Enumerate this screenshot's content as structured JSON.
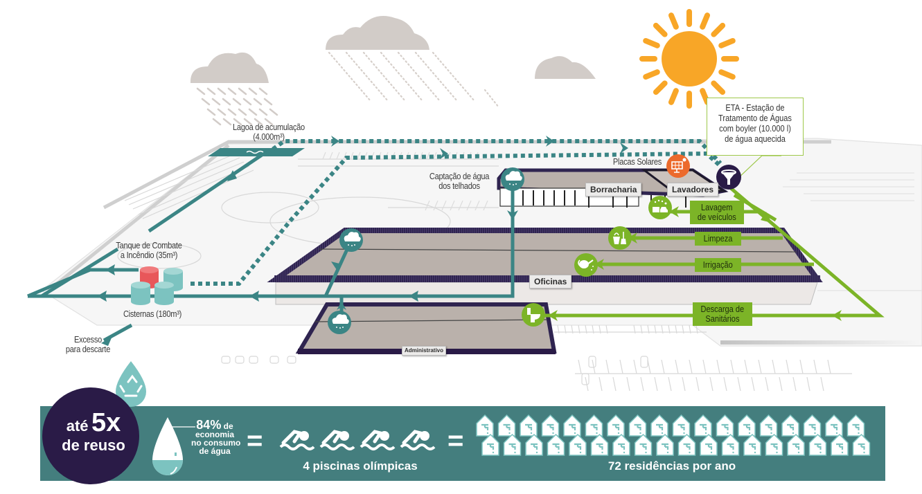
{
  "colors": {
    "teal": "#3b8585",
    "teal_light": "#7cc3c0",
    "green": "#7cb427",
    "navy": "#2a1b47",
    "sun": "#f8a627",
    "cloud": "#d2ccc8",
    "solar_orange": "#ec6a2c",
    "fire_tank_red": "#e8575a",
    "band": "#447e7e"
  },
  "labels": {
    "lagoa": [
      "Lagoa de acumulação",
      "(4.000m³)"
    ],
    "captacao": [
      "Captação de água",
      "dos telhados"
    ],
    "tanque": [
      "Tanque de Combate",
      "a Incêndio (35m³)"
    ],
    "cisternas": "Cisternas (180m³)",
    "excesso": [
      "Excesso",
      "para descarte"
    ],
    "placas": "Placas Solares",
    "eta": [
      "ETA - Estação de",
      "Tratamento de Águas",
      "com boyler (10.000 l)",
      "de água aquecida"
    ]
  },
  "buildings": {
    "borracharia": "Borracharia",
    "lavadores": "Lavadores",
    "oficinas": "Oficinas",
    "administrativo": "Administrativo"
  },
  "uses": [
    {
      "lines": [
        "Lavagem",
        "de veículos"
      ],
      "icon": "car-wash-icon"
    },
    {
      "lines": [
        "Limpeza"
      ],
      "icon": "cleaning-bucket-icon"
    },
    {
      "lines": [
        "Irrigação"
      ],
      "icon": "watering-can-icon"
    },
    {
      "lines": [
        "Descarga de",
        "Sanitários"
      ],
      "icon": "toilet-icon"
    }
  ],
  "stats": {
    "reuse_prefix": "até",
    "reuse_value": "5x",
    "reuse_suffix": "de reuso",
    "economy_pct": "84%",
    "economy_de": "de",
    "economy_lines": [
      "economia",
      "no consumo",
      "de água"
    ],
    "equals": "=",
    "pools_count": 4,
    "pools_label": "4 piscinas olímpicas",
    "houses_count": 36,
    "houses_label": "72 residências por ano"
  }
}
